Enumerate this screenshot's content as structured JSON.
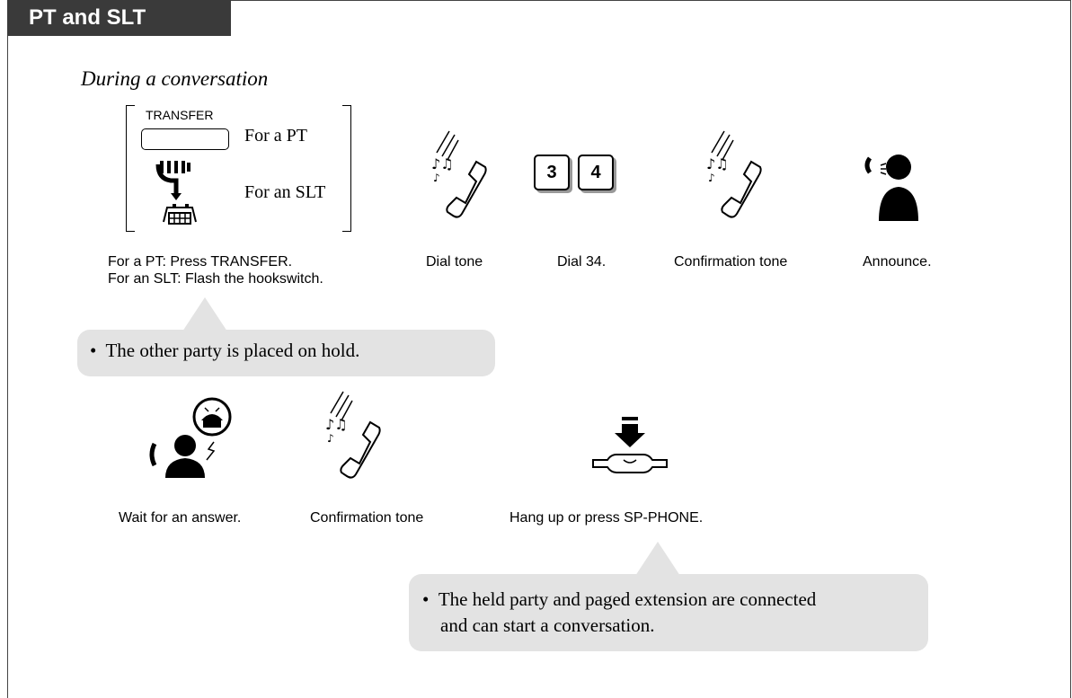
{
  "section": {
    "tab_title": "PT and SLT"
  },
  "heading": "During a conversation",
  "step1": {
    "key_label": "TRANSFER",
    "option_pt": "For a PT",
    "option_slt": "For an SLT",
    "caption_line1": "For a PT: Press TRANSFER.",
    "caption_line2": "For an SLT: Flash the hookswitch."
  },
  "steps_row1": [
    {
      "caption": "Dial tone",
      "icon": "handset-tone-icon"
    },
    {
      "caption": "Dial 34.",
      "icon": "dial-keys-icon",
      "keys": [
        "3",
        "4"
      ]
    },
    {
      "caption": "Confirmation tone",
      "icon": "handset-tone-icon"
    },
    {
      "caption": "Announce.",
      "icon": "person-speaking-icon"
    }
  ],
  "note1": "The other party is placed on hold.",
  "steps_row2": [
    {
      "caption": "Wait for an answer.",
      "icon": "person-waiting-icon"
    },
    {
      "caption": "Confirmation tone",
      "icon": "handset-tone-icon"
    },
    {
      "caption": "Hang up or press SP-PHONE.",
      "icon": "hang-up-icon"
    }
  ],
  "note2": {
    "line1": "The held party and paged extension are connected",
    "line2": "and can start a conversation."
  },
  "bullet": "•",
  "colors": {
    "tab_bg": "#3a3a3a",
    "note_bg": "#e3e3e3",
    "text": "#000000"
  }
}
